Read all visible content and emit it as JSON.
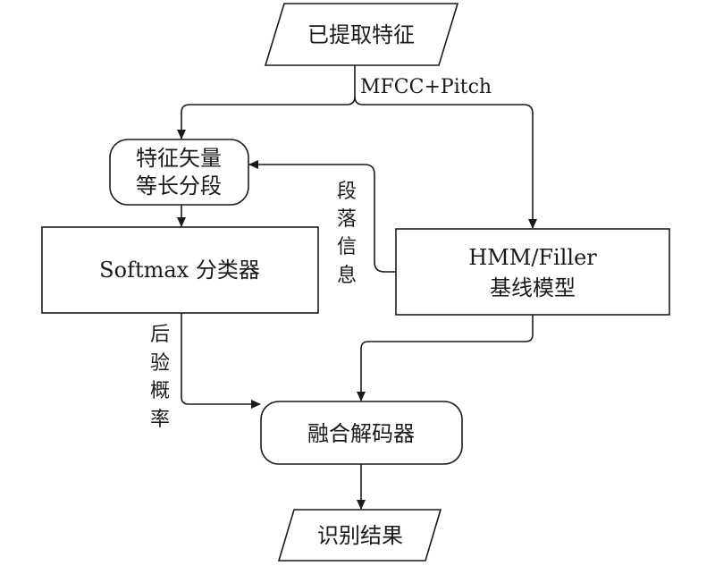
{
  "nodes": {
    "extracted_features": {
      "label": "已提取特征"
    },
    "segment": {
      "line1": "特征矢量",
      "line2": "等长分段"
    },
    "softmax": {
      "label": "Softmax 分类器"
    },
    "hmm": {
      "line1": "HMM/Filler",
      "line2": "基线模型"
    },
    "fusion": {
      "label": "融合解码器"
    },
    "result": {
      "label": "识别结果"
    }
  },
  "edges": {
    "feature_type": "MFCC+Pitch",
    "segment_info": [
      "段",
      "落",
      "信",
      "息"
    ],
    "posterior": [
      "后",
      "验",
      "概",
      "率"
    ]
  }
}
